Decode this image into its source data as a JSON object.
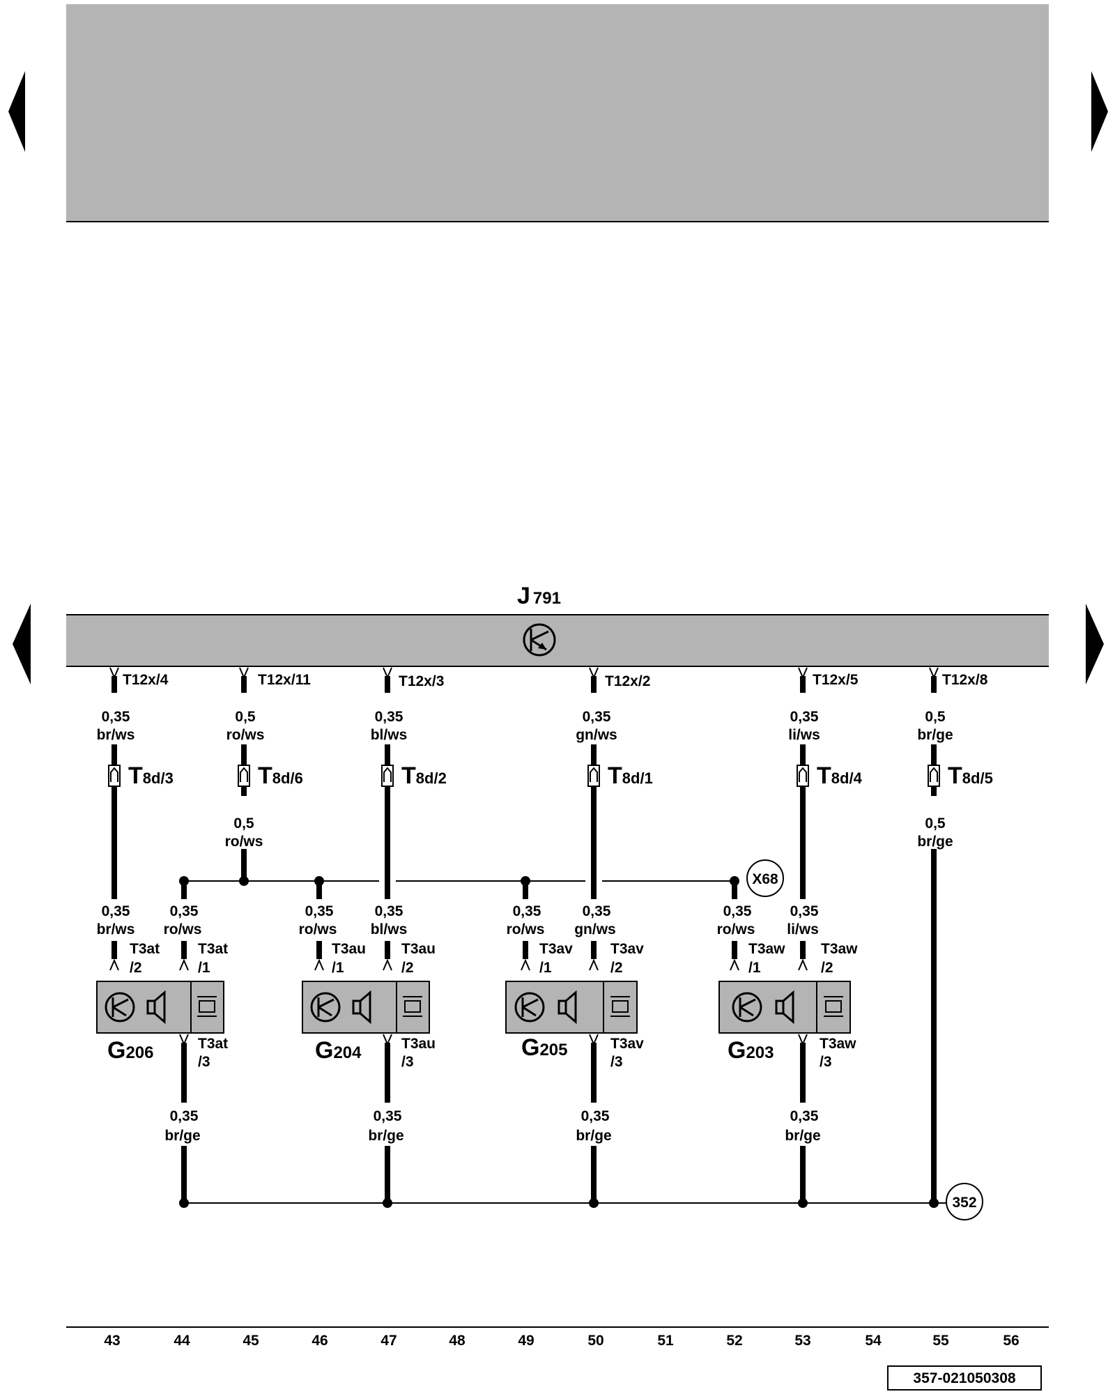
{
  "control_unit": {
    "letter": "J",
    "number": "791"
  },
  "pins": [
    {
      "pin": "T12x/4",
      "size": "0,35",
      "color": "br/ws",
      "conn_letter": "T",
      "conn_sub": "8d/3"
    },
    {
      "pin": "T12x/11",
      "size": "0,5",
      "color": "ro/ws",
      "conn_letter": "T",
      "conn_sub": "8d/6",
      "lower_size": "0,5",
      "lower_color": "ro/ws"
    },
    {
      "pin": "T12x/3",
      "size": "0,35",
      "color": "bl/ws",
      "conn_letter": "T",
      "conn_sub": "8d/2"
    },
    {
      "pin": "T12x/2",
      "size": "0,35",
      "color": "gn/ws",
      "conn_letter": "T",
      "conn_sub": "8d/1"
    },
    {
      "pin": "T12x/5",
      "size": "0,35",
      "color": "li/ws",
      "conn_letter": "T",
      "conn_sub": "8d/4"
    },
    {
      "pin": "T12x/8",
      "size": "0,5",
      "color": "br/ge",
      "conn_letter": "T",
      "conn_sub": "8d/5",
      "lower_size": "0,5",
      "lower_color": "br/ge"
    }
  ],
  "sensors": [
    {
      "letter": "G",
      "number": "206",
      "left": {
        "size": "0,35",
        "color": "br/ws",
        "pin1": "T3at",
        "pin2": "/2"
      },
      "right": {
        "size": "0,35",
        "color": "ro/ws",
        "pin1": "T3at",
        "pin2": "/1"
      },
      "ground": {
        "pin1": "T3at",
        "pin2": "/3",
        "size": "0,35",
        "color": "br/ge"
      }
    },
    {
      "letter": "G",
      "number": "204",
      "left": {
        "size": "0,35",
        "color": "ro/ws",
        "pin1": "T3au",
        "pin2": "/1"
      },
      "right": {
        "size": "0,35",
        "color": "bl/ws",
        "pin1": "T3au",
        "pin2": "/2"
      },
      "ground": {
        "pin1": "T3au",
        "pin2": "/3",
        "size": "0,35",
        "color": "br/ge"
      }
    },
    {
      "letter": "G",
      "number": "205",
      "left": {
        "size": "0,35",
        "color": "ro/ws",
        "pin1": "T3av",
        "pin2": "/1"
      },
      "right": {
        "size": "0,35",
        "color": "gn/ws",
        "pin1": "T3av",
        "pin2": "/2"
      },
      "ground": {
        "pin1": "T3av",
        "pin2": "/3",
        "size": "0,35",
        "color": "br/ge"
      }
    },
    {
      "letter": "G",
      "number": "203",
      "left": {
        "size": "0,35",
        "color": "ro/ws",
        "pin1": "T3aw",
        "pin2": "/1"
      },
      "right": {
        "size": "0,35",
        "color": "li/ws",
        "pin1": "T3aw",
        "pin2": "/2"
      },
      "ground": {
        "pin1": "T3aw",
        "pin2": "/3",
        "size": "0,35",
        "color": "br/ge"
      }
    }
  ],
  "junctions": {
    "x68": "X68",
    "ground": "352"
  },
  "tracks": [
    "43",
    "44",
    "45",
    "46",
    "47",
    "48",
    "49",
    "50",
    "51",
    "52",
    "53",
    "54",
    "55",
    "56"
  ],
  "document_id": "357-021050308",
  "colors": {
    "component_fill": "#b4b4b4",
    "line": "#000000",
    "background": "#ffffff"
  }
}
